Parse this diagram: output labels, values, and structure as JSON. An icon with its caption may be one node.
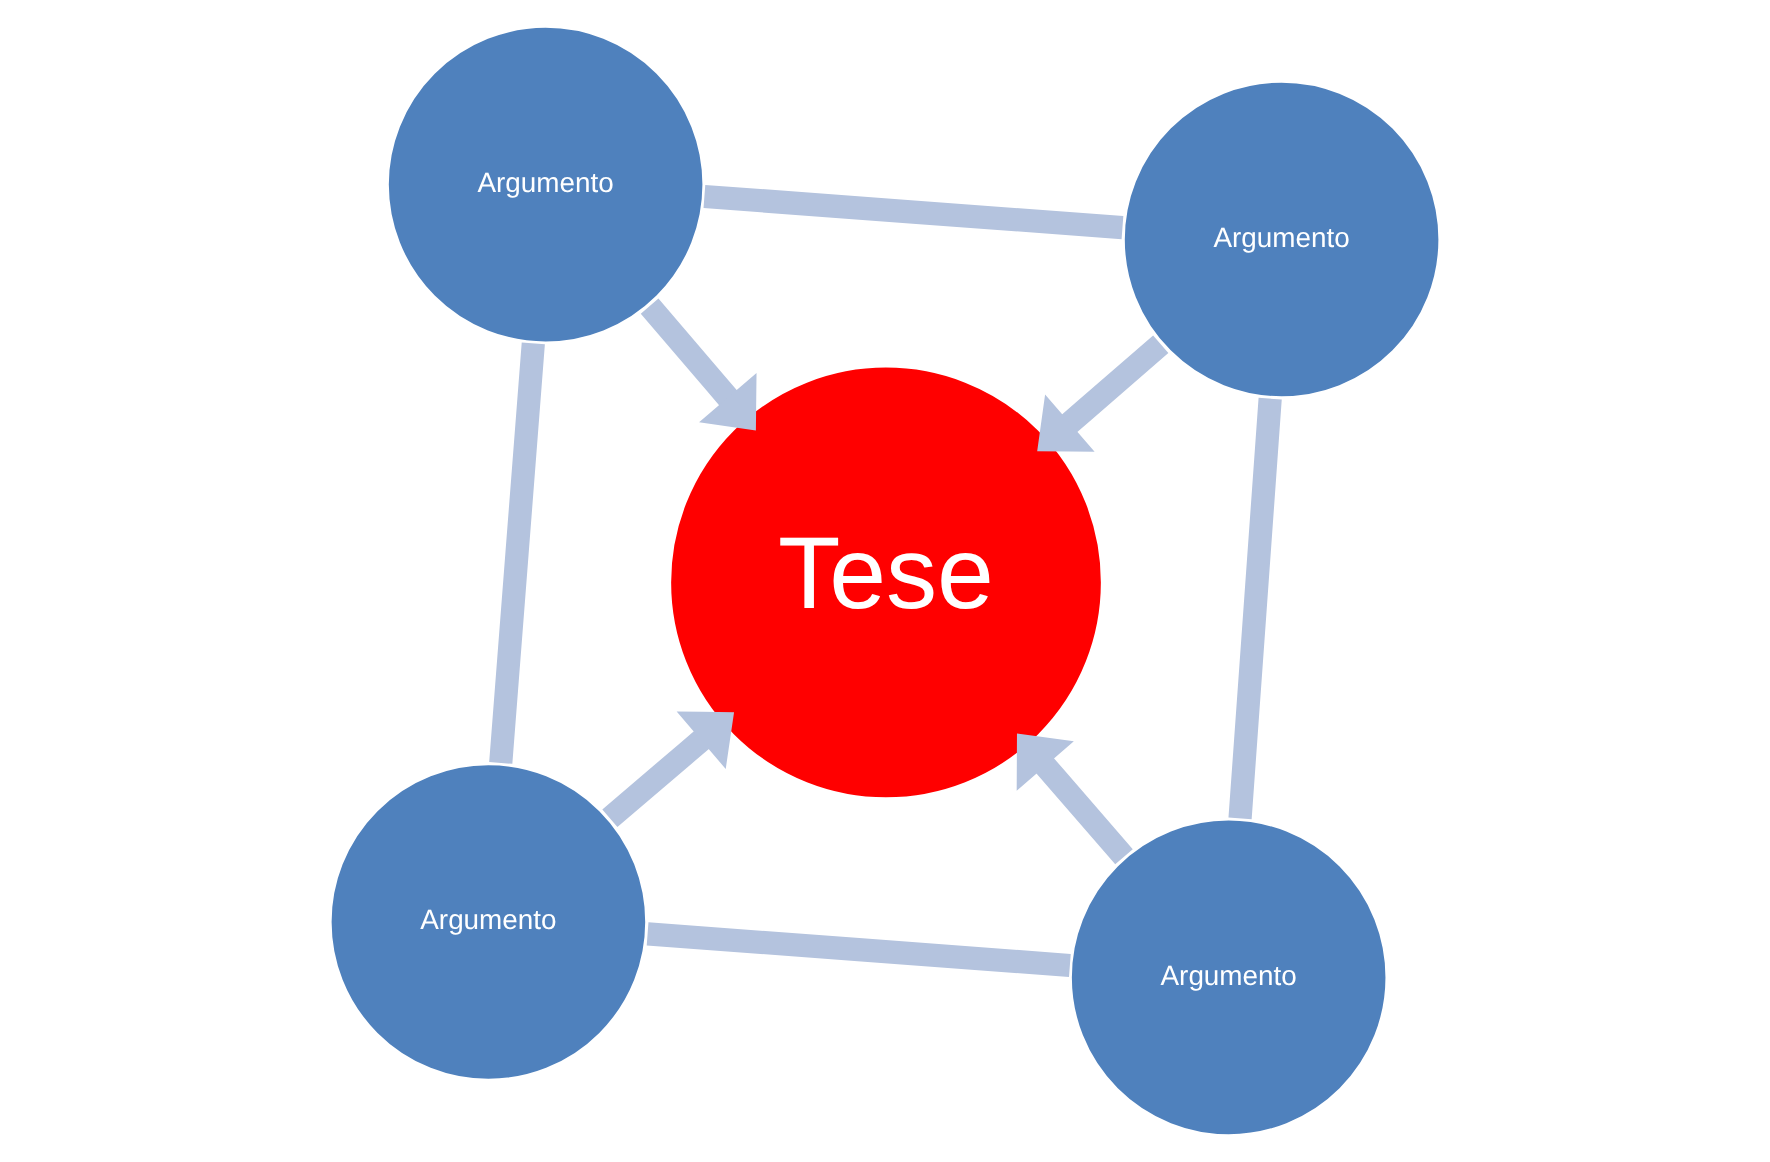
{
  "diagram": {
    "nodes": [
      {
        "text": [
          "Argumento"
        ]
      },
      {
        "text": [
          "Argumento"
        ]
      },
      {
        "text": [
          "Tese"
        ]
      },
      {
        "text": [
          "Argumento"
        ]
      },
      {
        "text": [
          "Argumento"
        ]
      }
    ],
    "edges": [
      {
        "from": 0,
        "to": 2,
        "arrow": "to"
      },
      {
        "from": 1,
        "to": 2,
        "arrow": "to"
      },
      {
        "from": 3,
        "to": 2,
        "arrow": "to"
      },
      {
        "from": 4,
        "to": 2,
        "arrow": "to"
      },
      {
        "from": 0,
        "to": 3,
        "arrow": "none"
      },
      {
        "from": 3,
        "to": 4,
        "arrow": "none"
      },
      {
        "from": 4,
        "to": 1,
        "arrow": "none"
      },
      {
        "from": 1,
        "to": 0,
        "arrow": "none"
      }
    ]
  }
}
